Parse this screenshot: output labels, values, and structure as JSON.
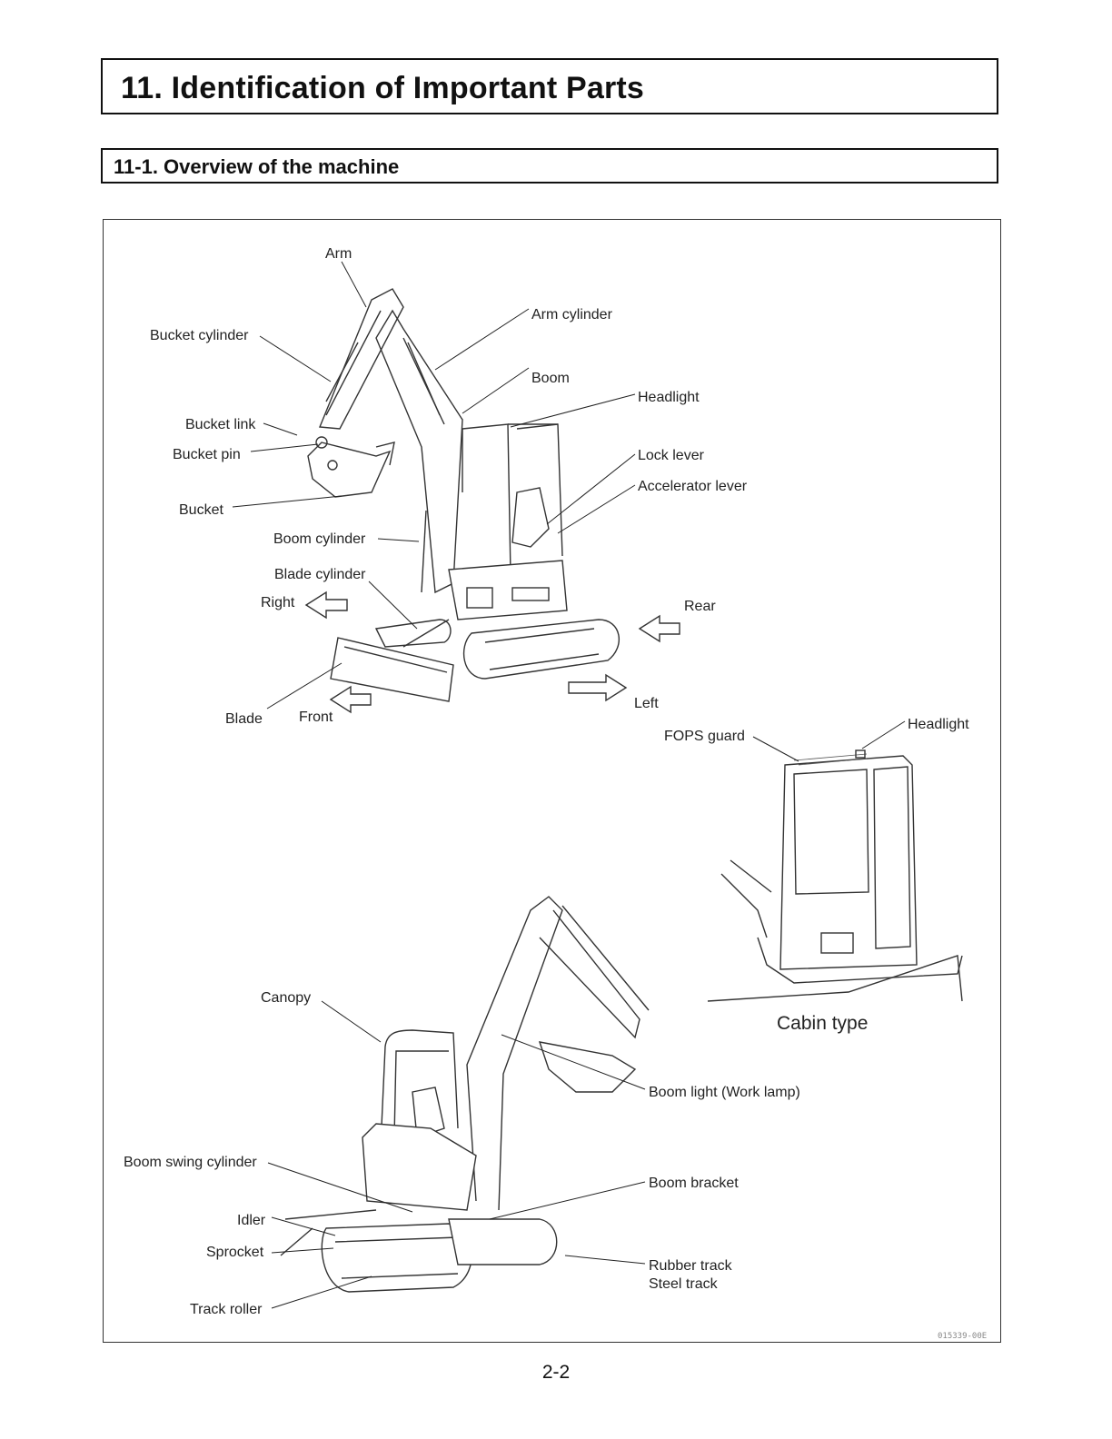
{
  "header": {
    "title": "11. Identification of Important Parts",
    "subtitle": "11-1. Overview of the machine"
  },
  "figure": {
    "labels": {
      "arm": "Arm",
      "bucket_cylinder": "Bucket cylinder",
      "arm_cylinder": "Arm cylinder",
      "boom": "Boom",
      "headlight_top": "Headlight",
      "bucket_link": "Bucket link",
      "bucket_pin": "Bucket pin",
      "lock_lever": "Lock lever",
      "accelerator_lever": "Accelerator lever",
      "bucket": "Bucket",
      "boom_cylinder": "Boom cylinder",
      "blade_cylinder": "Blade cylinder",
      "right": "Right",
      "rear": "Rear",
      "left": "Left",
      "blade": "Blade",
      "front": "Front",
      "fops_guard": "FOPS guard",
      "headlight_cabin": "Headlight",
      "cabin_type": "Cabin type",
      "canopy": "Canopy",
      "boom_light": "Boom light (Work lamp)",
      "boom_swing_cylinder": "Boom swing cylinder",
      "boom_bracket": "Boom bracket",
      "idler": "Idler",
      "sprocket": "Sprocket",
      "rubber_track": "Rubber track",
      "steel_track": "Steel track",
      "track_roller": "Track roller"
    },
    "code": "015339-00E"
  },
  "footer": {
    "page_number": "2-2"
  }
}
